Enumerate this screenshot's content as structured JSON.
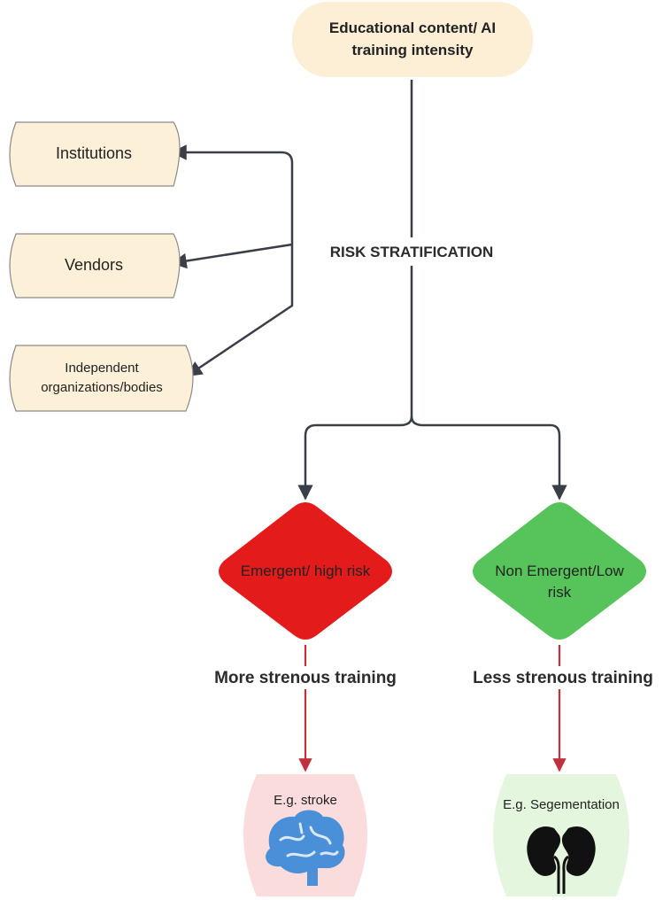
{
  "top_node": {
    "line1": "Educational content/ AI",
    "line2": "training intensity"
  },
  "risk_label": "RISK STRATIFICATION",
  "stakeholders": [
    {
      "line1": "Institutions"
    },
    {
      "line1": "Vendors"
    },
    {
      "line1": "Independent",
      "line2": "organizations/bodies"
    }
  ],
  "high_risk": {
    "label": "Emergent/ high risk",
    "training": "More strenous training",
    "example": "E.g. stroke",
    "icon": "brain-icon",
    "color": "#e31b1b"
  },
  "low_risk": {
    "label1": "Non Emergent/Low",
    "label2": "risk",
    "training": "Less strenous training",
    "example": "E.g. Segementation",
    "icon": "kidneys-icon",
    "color": "#56c45a"
  },
  "colors": {
    "stakeholder_fill": "#fdf0d8",
    "top_fill": "#fcefd6",
    "connector": "#3a3f47",
    "example_arrow": "#c2303d",
    "high_example_fill": "#fbdcdc",
    "low_example_fill": "#e5f6df",
    "brain": "#4a90d9"
  }
}
